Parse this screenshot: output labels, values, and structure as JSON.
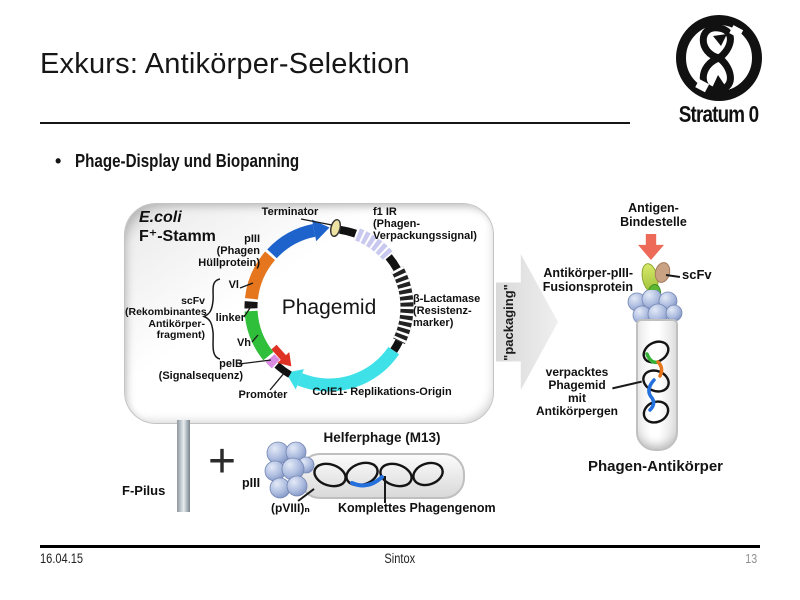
{
  "slide": {
    "title": "Exkurs: Antikörper-Selektion",
    "bullet_marker": "•",
    "bullet": "Phage-Display und Biopanning",
    "footer": {
      "date": "16.04.15",
      "author": "Sintox",
      "page": "13"
    }
  },
  "logo": {
    "name": "Stratum 0"
  },
  "diagram": {
    "cell": {
      "organism": "E.coli",
      "strain": "F⁺-Stamm"
    },
    "plasmid": {
      "name": "Phagemid",
      "terminator": "Terminator",
      "f1_ir": "f1 IR\n(Phagen-\nVerpackungssignal)",
      "piii": "pIII\n(Phagen\nHüllprotein)",
      "lactamase": "β-Lactamase\n(Resistenz-\nmarker)",
      "vl": "Vl",
      "linker": "linker",
      "vh": "Vh",
      "scfv": "scFv\n(Rekombinantes\nAntikörper-\nfragment)",
      "pelb": "pelB\n(Signalsequenz)",
      "promoter": "Promoter",
      "cole1": "ColE1- Replikations-Origin"
    },
    "packaging": "\"packaging\"",
    "phage_antibody": {
      "antigen_site": "Antigen-\nBindestelle",
      "fusion": "Antikörper-pIII-\nFusionsprotein",
      "scfv": "scFv",
      "packed": "verpacktes\nPhagemid\nmit\nAntikörpergen",
      "caption": "Phagen-Antikörper"
    },
    "helper": {
      "f_pilus": "F-Pilus",
      "plus": "+",
      "title": "Helferphage (M13)",
      "piii": "pIII",
      "pviii": "(pVIII)ₙ",
      "genome": "Komplettes Phagengenom"
    },
    "colors": {
      "piii_blue": "#1e63cc",
      "vl_orange": "#e5761d",
      "vh_green": "#2fbf3a",
      "pelb_pink": "#da8ce2",
      "cole1_cyan": "#3fe1e8",
      "f1ir_lavender": "#c9c9ef",
      "promoter_red": "#e03224",
      "terminator_yellow": "#ede2a2"
    }
  }
}
